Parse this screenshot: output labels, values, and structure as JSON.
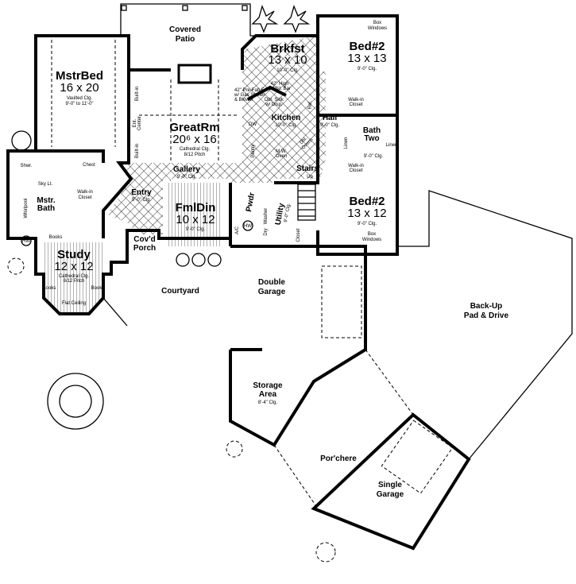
{
  "plan": {
    "rooms": {
      "covered_patio": [
        "Covered",
        "Patio"
      ],
      "mstrbed": {
        "name": "MstrBed",
        "size": "16 x 20",
        "note": [
          "Vaulted Clg.",
          "9'-0\" to 11'-0\""
        ]
      },
      "greatrm": {
        "name": "GreatRm",
        "size": "20⁶ x 16",
        "note": [
          "Cathedral Clg.",
          "8/12 Pitch"
        ]
      },
      "brkfst": {
        "name": "Brkfst",
        "size": "13 x 10",
        "note": "10'-0\" Clg."
      },
      "kitchen": {
        "name": "Kitchen",
        "note": "10'-0\" Clg."
      },
      "hall": {
        "name": "Hall",
        "note": "9'-0\" Clg."
      },
      "bed2_top": {
        "name": "Bed#2",
        "size": "13 x 13",
        "note": "9'-0\" Clg.",
        "windows": [
          "Box",
          "Windows"
        ]
      },
      "bath_two": {
        "name": [
          "Bath",
          "Two"
        ],
        "note": "9'-0\" Clg."
      },
      "bed2_bottom": {
        "name": "Bed#2",
        "size": "13 x 12",
        "note": "9'-0\" Clg.",
        "windows": [
          "Box",
          "Windows"
        ]
      },
      "stairs": {
        "name": "Stairs",
        "note": "Up"
      },
      "gallery": {
        "name": "Gallery",
        "note": "9'-0\" Clg."
      },
      "entry": {
        "name": "Entry",
        "note": "9'-0\" Clg."
      },
      "fmldin": {
        "name": "FmlDin",
        "size": "10 x 12",
        "note": "9'-0\" Clg."
      },
      "covd_porch": [
        "Cov'd",
        "Porch"
      ],
      "mstr_bath": [
        "Mstr.",
        "Bath"
      ],
      "walkin_closet": [
        "Walk-in",
        "Closet"
      ],
      "study": {
        "name": "Study",
        "size": "12 x 12",
        "note": [
          "Cathedral Clg.",
          "8/12 Pitch"
        ],
        "flat": "Flat Ceiling"
      },
      "courtyard": "Courtyard",
      "double_garage": [
        "Double",
        "Garage"
      ],
      "backup_pad": [
        "Back-Up",
        "Pad & Drive"
      ],
      "storage": {
        "name": [
          "Storage",
          "Area"
        ],
        "note": "8'-4\" Clg."
      },
      "porchere": "Por'chere",
      "single_garage": [
        "Single",
        "Garage"
      ],
      "utility": {
        "name": "Utility",
        "note": "9'-0\" Clg."
      },
      "pwdr": "Pwdr"
    },
    "fixtures": {
      "fireplace": [
        "42\" Pre-Fab F.P.",
        "w/ Gas Starter",
        "& Blower"
      ],
      "brkfst_bar": [
        "42\" High",
        "Brkfst. Bar"
      ],
      "dbl_sink": [
        "Dbl. Sink",
        "w/ Disp."
      ],
      "dw": "DW",
      "pantry": "Pantry",
      "mw_oven": [
        "M.W.",
        "Oven"
      ],
      "dbl_ovens": [
        "Dbl.",
        "Ovens"
      ],
      "ref": "Ref.",
      "ent_center": [
        "Ent.",
        "Center"
      ],
      "built_in_1": "Built-in",
      "built_in_2": "Built-in",
      "chest": "Chest",
      "shwr": "Shwr.",
      "whirlpool": "Whirlpool",
      "sky_lt": "Sky Lt.",
      "books_1": "Books",
      "books_2": "Books",
      "books_3": "Books",
      "hw_1": "HW",
      "hw_2": "HW",
      "ac": "A/C",
      "linen_1": "Linen",
      "linen_2": "Linen",
      "walkin_1": [
        "Walk-in",
        "Closet"
      ],
      "walkin_2": [
        "Walk-in",
        "Closet"
      ],
      "dryer": "Dry",
      "washer": "Washer",
      "closet": "Closet"
    }
  }
}
